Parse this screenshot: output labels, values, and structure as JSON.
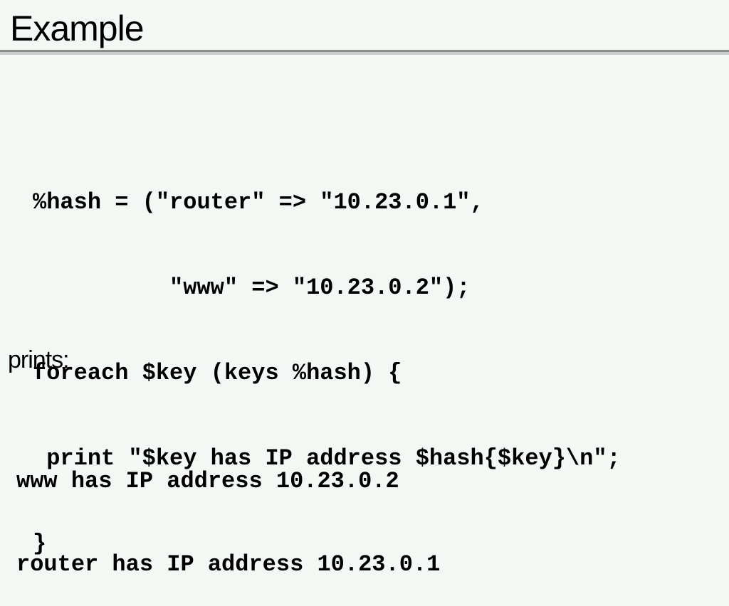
{
  "slide": {
    "title": "Example",
    "code_lines": [
      "%hash = (\"router\" => \"10.23.0.1\",",
      "          \"www\" => \"10.23.0.2\");",
      "foreach $key (keys %hash) {",
      " print \"$key has IP address $hash{$key}\\n\";",
      "}"
    ],
    "prints_label": "prints:",
    "output_lines": [
      "www has IP address 10.23.0.2",
      "router has IP address 10.23.0.1"
    ]
  }
}
